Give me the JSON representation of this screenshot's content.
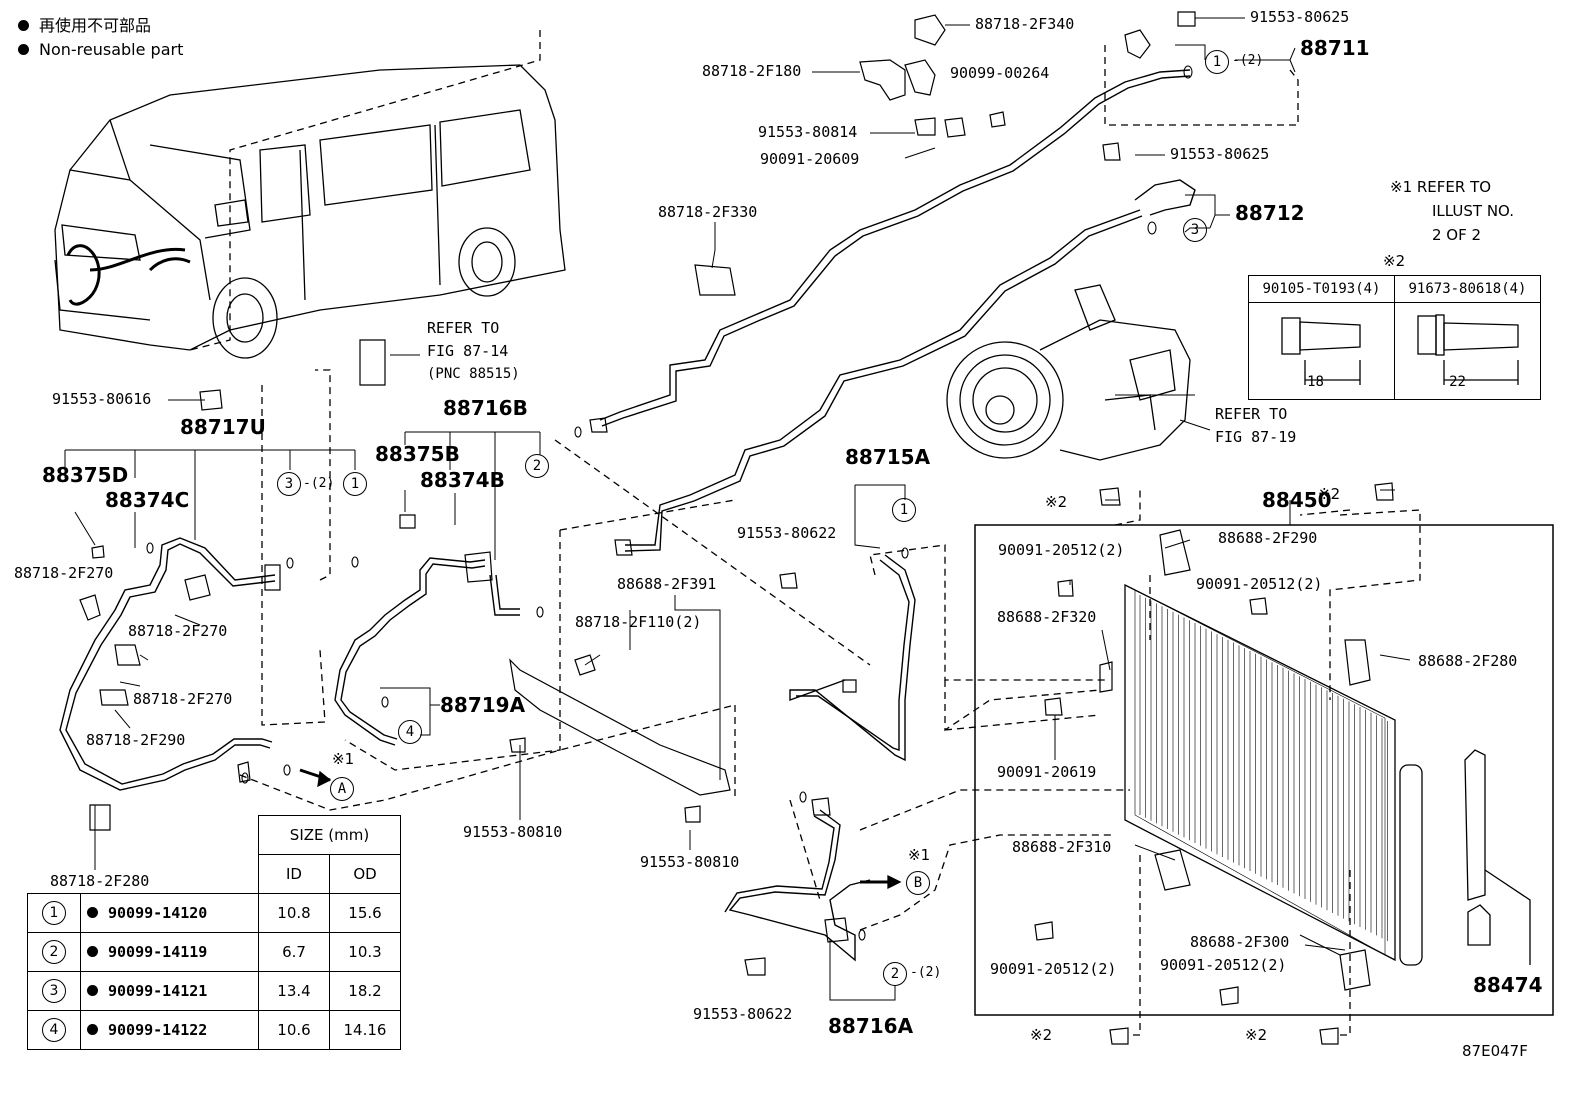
{
  "legend": {
    "jp": "再使用不可部品",
    "en": "Non-reusable part"
  },
  "labels": {
    "p88718_2F340": "88718-2F340",
    "p91553_80625a": "91553-80625",
    "p88711": "88711",
    "p88718_2F180": "88718-2F180",
    "p90099_00264": "90099-00264",
    "p91553_80814": "91553-80814",
    "p90091_20609": "90091-20609",
    "p91553_80625b": "91553-80625",
    "p88712": "88712",
    "p88718_2F330": "88718-2F330",
    "refer87_14_a": "REFER TO",
    "refer87_14_b": "FIG 87-14",
    "refer87_14_c": "(PNC 88515)",
    "p91553_80616": "91553-80616",
    "p88717U": "88717U",
    "p88716B": "88716B",
    "p88375B": "88375B",
    "p88374B": "88374B",
    "p88375D": "88375D",
    "p88374C": "88374C",
    "p88718_2F270a": "88718-2F270",
    "p88718_2F270b": "88718-2F270",
    "p88718_2F270c": "88718-2F270",
    "p88718_2F290": "88718-2F290",
    "p88719A": "88719A",
    "p88715A": "88715A",
    "p91553_80622a": "91553-80622",
    "p88688_2F391": "88688-2F391",
    "p88718_2F110": "88718-2F110(2)",
    "p91553_80810a": "91553-80810",
    "p91553_80810b": "91553-80810",
    "p88718_2F280": "88718-2F280",
    "p91553_80622b": "91553-80622",
    "p88716A": "88716A",
    "refer87_19_a": "REFER TO",
    "refer87_19_b": "FIG 87-19",
    "note1_a": "※1 REFER TO",
    "note1_b": "ILLUST NO.",
    "note1_c": "2 OF 2",
    "note2": "※2",
    "p88450": "88450",
    "p90091_20512a": "90091-20512(2)",
    "p88688_2F290": "88688-2F290",
    "p90091_20512b": "90091-20512(2)",
    "p88688_2F320": "88688-2F320",
    "p88688_2F280": "88688-2F280",
    "p90091_20619": "90091-20619",
    "p88688_2F310": "88688-2F310",
    "p90091_20512c": "90091-20512(2)",
    "p88688_2F300": "88688-2F300",
    "p90091_20512d": "90091-20512(2)",
    "p88474": "88474",
    "star2a": "※2",
    "star2b": "※2",
    "star2c": "※2",
    "star2d": "※2",
    "star1a": "※1",
    "star1b": "※1",
    "markA": "A",
    "markB": "B",
    "ref_code": "87E047F",
    "minus2": "-(2)",
    "c1": "1",
    "c2": "2",
    "c3": "3",
    "c4": "4"
  },
  "bolt_table": {
    "col1": "90105-T0193(4)",
    "col2": "91673-80618(4)",
    "len1": "18",
    "len2": "22"
  },
  "size_table": {
    "title": "SIZE (mm)",
    "h_id": "ID",
    "h_od": "OD",
    "rows": [
      {
        "no": "1",
        "part": "90099-14120",
        "id": "10.8",
        "od": "15.6"
      },
      {
        "no": "2",
        "part": "90099-14119",
        "id": "6.7",
        "od": "10.3"
      },
      {
        "no": "3",
        "part": "90099-14121",
        "id": "13.4",
        "od": "18.2"
      },
      {
        "no": "4",
        "part": "90099-14122",
        "id": "10.6",
        "od": "14.16"
      }
    ]
  }
}
